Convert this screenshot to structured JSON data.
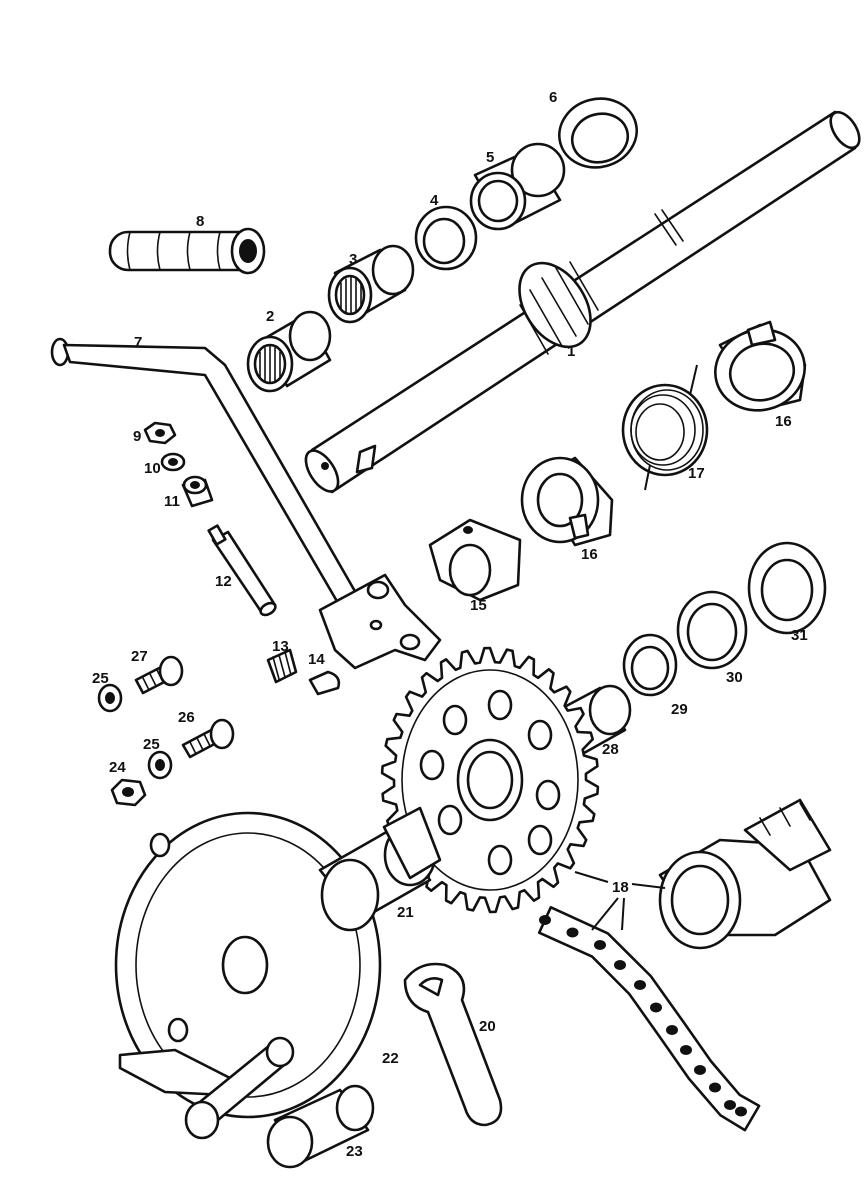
{
  "callouts": {
    "c1": "1",
    "c2": "2",
    "c3": "3",
    "c4": "4",
    "c5": "5",
    "c6": "6",
    "c7": "7",
    "c8": "8",
    "c9": "9",
    "c10": "10",
    "c11": "11",
    "c12": "12",
    "c13": "13",
    "c14": "14",
    "c15": "15",
    "c16a": "16",
    "c16b": "16",
    "c17": "17",
    "c18": "18",
    "c20": "20",
    "c21": "21",
    "c22": "22",
    "c23": "23",
    "c24": "24",
    "c25a": "25",
    "c25b": "25",
    "c26": "26",
    "c27": "27",
    "c28": "28",
    "c29": "29",
    "c30": "30",
    "c31": "31"
  }
}
